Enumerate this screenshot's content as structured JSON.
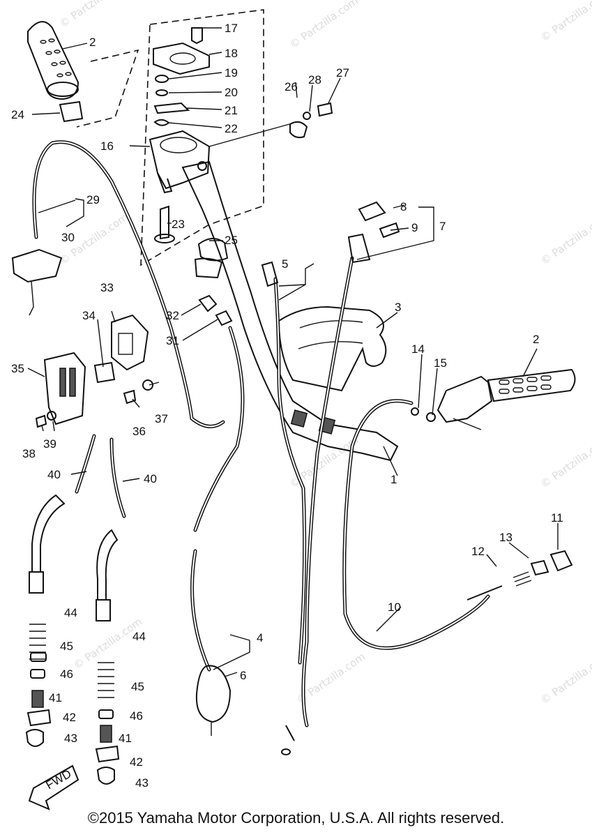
{
  "diagram": {
    "callouts": [
      "1",
      "2",
      "2",
      "3",
      "4",
      "5",
      "6",
      "7",
      "8",
      "9",
      "10",
      "11",
      "12",
      "13",
      "14",
      "15",
      "16",
      "17",
      "18",
      "19",
      "20",
      "21",
      "22",
      "23",
      "24",
      "25",
      "26",
      "27",
      "28",
      "29",
      "30",
      "31",
      "32",
      "33",
      "34",
      "35",
      "36",
      "37",
      "38",
      "39",
      "40",
      "40",
      "41",
      "41",
      "42",
      "42",
      "43",
      "43",
      "44",
      "44",
      "45",
      "45",
      "46",
      "46"
    ],
    "fwd_label": "FWD",
    "watermark": "© Partzilla.com"
  },
  "footer": {
    "copyright": "©2015  Yamaha Motor Corporation, U.S.A. All rights reserved."
  }
}
